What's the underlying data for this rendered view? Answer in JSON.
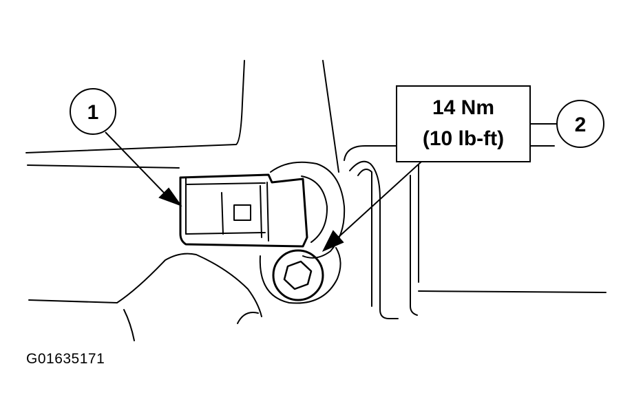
{
  "figure_id": "G01635171",
  "callouts": [
    {
      "number": "1"
    },
    {
      "number": "2"
    }
  ],
  "torque_spec": {
    "line1": "14 Nm",
    "line2": "(10 lb-ft)"
  },
  "colors": {
    "ink": "#000000",
    "background": "#ffffff"
  }
}
